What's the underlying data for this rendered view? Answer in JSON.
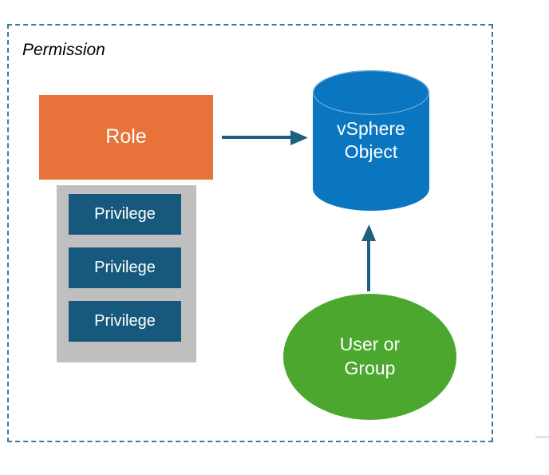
{
  "diagram": {
    "title": "Permission",
    "boundary": {
      "label": "Permission",
      "style": "dashed",
      "color": "#3C7B9B"
    },
    "nodes": {
      "role": {
        "label": "Role",
        "color": "#E8733A",
        "text_color": "#FFFFFF"
      },
      "privilege_container": {
        "color": "#BFBFBF"
      },
      "privileges": [
        {
          "label": "Privilege",
          "color": "#17597D"
        },
        {
          "label": "Privilege",
          "color": "#17597D"
        },
        {
          "label": "Privilege",
          "color": "#17597D"
        }
      ],
      "vsphere_object": {
        "label_line1": "vSphere",
        "label_line2": "Object",
        "shape": "cylinder",
        "color": "#0B76C0",
        "text_color": "#FFFFFF"
      },
      "user_or_group": {
        "label_line1": "User or",
        "label_line2": "Group",
        "shape": "ellipse",
        "color": "#4BA72D",
        "text_color": "#FFFFFF"
      }
    },
    "edges": [
      {
        "name": "role-to-vsphere-object",
        "from": "role",
        "to": "vsphere_object",
        "direction": "right",
        "color": "#1F6080"
      },
      {
        "name": "user-or-group-to-vsphere-object",
        "from": "user_or_group",
        "to": "vsphere_object",
        "direction": "up",
        "color": "#1F6080"
      }
    ]
  }
}
